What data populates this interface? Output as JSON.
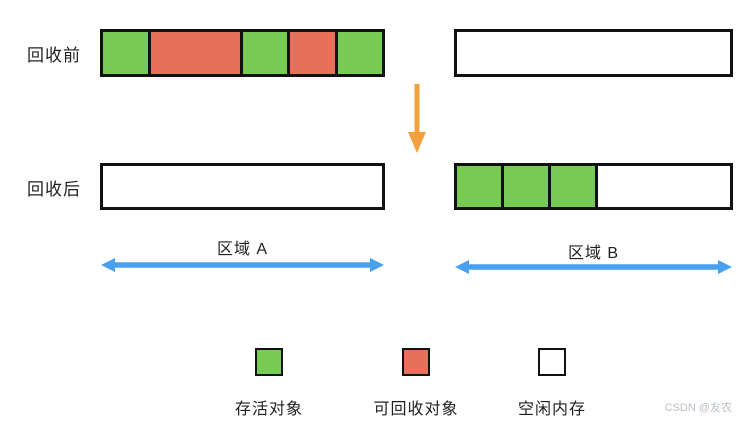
{
  "labels": {
    "before": "回收前",
    "after": "回收后",
    "region_a": "区域 A",
    "region_b": "区域 B"
  },
  "bars": {
    "region_a_before": {
      "segments": [
        {
          "type": "live",
          "units": 1
        },
        {
          "type": "garbage",
          "units": 2
        },
        {
          "type": "live",
          "units": 1
        },
        {
          "type": "garbage",
          "units": 1
        },
        {
          "type": "live",
          "units": 1
        }
      ]
    },
    "region_b_before": {
      "segments": [
        {
          "type": "free",
          "units": 6
        }
      ]
    },
    "region_a_after": {
      "segments": [
        {
          "type": "free",
          "units": 6
        }
      ]
    },
    "region_b_after": {
      "segments": [
        {
          "type": "live",
          "units": 1
        },
        {
          "type": "live",
          "units": 1
        },
        {
          "type": "live",
          "units": 1
        },
        {
          "type": "free",
          "units": 3
        }
      ]
    }
  },
  "legend": [
    {
      "key": "live",
      "label": "存活对象"
    },
    {
      "key": "garbage",
      "label": "可回收对象"
    },
    {
      "key": "free",
      "label": "空闲内存"
    }
  ],
  "colors": {
    "live": "#77cb53",
    "garbage": "#e8705a",
    "free": "#ffffff",
    "border": "#111111",
    "process_arrow": "#f1a23f",
    "region_arrow": "#49a0ef",
    "text": "#1f1f1f",
    "watermark": "#b9bfc7"
  },
  "watermark": "CSDN @友农"
}
